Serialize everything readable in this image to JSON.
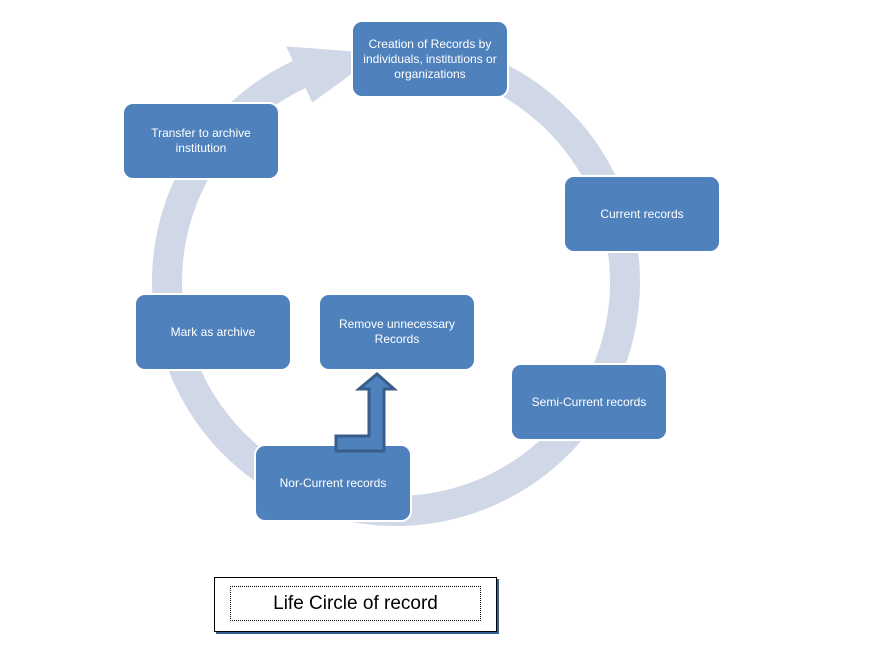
{
  "diagram": {
    "title": "Life Circle of record",
    "nodes": [
      {
        "id": "creation",
        "label": "Creation of Records by individuals,  institutions or organizations"
      },
      {
        "id": "current",
        "label": "Current records"
      },
      {
        "id": "semi_current",
        "label": "Semi-Current  records"
      },
      {
        "id": "non_current",
        "label": "Nor-Current records"
      },
      {
        "id": "mark_archive",
        "label": "Mark as archive"
      },
      {
        "id": "transfer",
        "label": "Transfer to archive institution"
      },
      {
        "id": "remove",
        "label": "Remove unnecessary Records"
      }
    ],
    "edges": [
      {
        "from": "transfer",
        "to": "creation",
        "style": "cycle-arrow"
      },
      {
        "from": "non_current",
        "to": "remove",
        "style": "bent-up-arrow"
      }
    ],
    "colors": {
      "node_fill": "#4f81bd",
      "node_text": "#ffffff",
      "ring": "#d0d8e8",
      "bent_arrow_fill": "#4f81bd",
      "bent_arrow_stroke": "#385d8a"
    }
  }
}
